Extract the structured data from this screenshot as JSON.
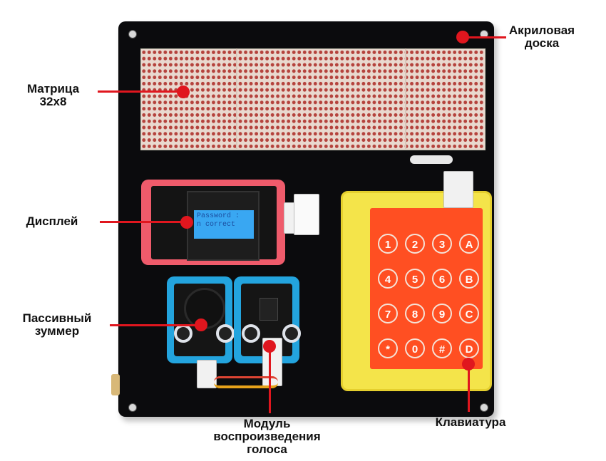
{
  "labels": {
    "board": "Акриловая доска",
    "matrix": "Матрица 32x8",
    "display": "Дисплей",
    "buzzer": "Пассивный зуммер",
    "voice": "Модуль воспроизведения голоса",
    "keypad": "Клавиатура"
  },
  "screen": {
    "line1": "Password :",
    "line2": "n correct"
  },
  "keypad": {
    "keys": [
      "1",
      "2",
      "3",
      "A",
      "4",
      "5",
      "6",
      "B",
      "7",
      "8",
      "9",
      "C",
      "*",
      "0",
      "#",
      "D"
    ]
  },
  "colors": {
    "callout": "#e0161e",
    "board": "#0b0b0d",
    "display_case": "#ef5b6b",
    "module_case": "#23a4de",
    "keypad_case": "#f4e44a",
    "keypad_pcb": "#ff4f22",
    "oled": "#39a7f2"
  }
}
